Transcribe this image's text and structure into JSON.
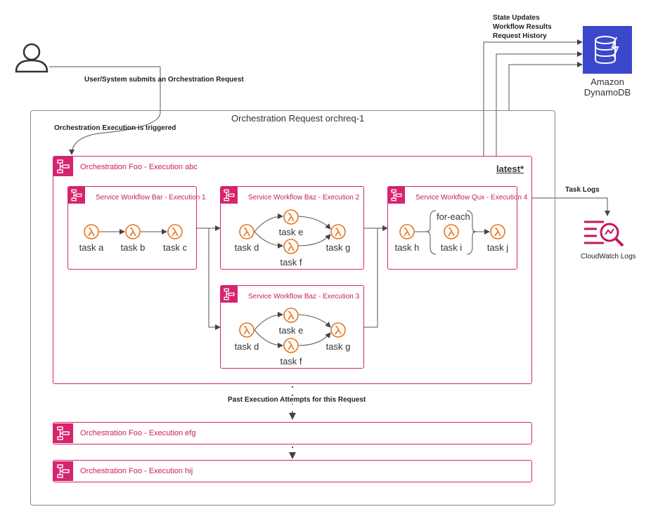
{
  "labels": {
    "submit": "User/System submits an Orchestration Request",
    "triggered": "Orchestration Execution is triggered",
    "state_updates": "State Updates",
    "workflow_results": "Workflow Results",
    "request_history": "Request History",
    "task_logs": "Task Logs",
    "past_attempts": "Past Execution Attempts for this Request",
    "latest": "latest*",
    "foreach": "for-each"
  },
  "services": {
    "dynamodb": [
      "Amazon",
      "DynamoDB"
    ],
    "cloudwatch": "CloudWatch Logs"
  },
  "request": {
    "title": "Orchestration Request orchreq-1"
  },
  "executions": {
    "current": "Orchestration Foo - Execution abc",
    "past1": "Orchestration Foo - Execution efg",
    "past2": "Orchestration Foo - Execution hij"
  },
  "workflows": [
    {
      "title": "Service Workflow Bar - Execution 1",
      "tasks": [
        "task a",
        "task b",
        "task c"
      ]
    },
    {
      "title": "Service Workflow Baz - Execution 2",
      "tasks": [
        "task d",
        "task e",
        "task f",
        "task g"
      ]
    },
    {
      "title": "Service Workflow Qux - Execution 4",
      "tasks": [
        "task h",
        "task i",
        "task j"
      ]
    },
    {
      "title": "Service Workflow Baz - Execution 3",
      "tasks": [
        "task d",
        "task e",
        "task f",
        "task g"
      ]
    }
  ],
  "colors": {
    "pink": "#d6246e",
    "lambda": "#e8731c",
    "dynamodb": "#3b48cc",
    "cloudwatch": "#c7165e"
  }
}
